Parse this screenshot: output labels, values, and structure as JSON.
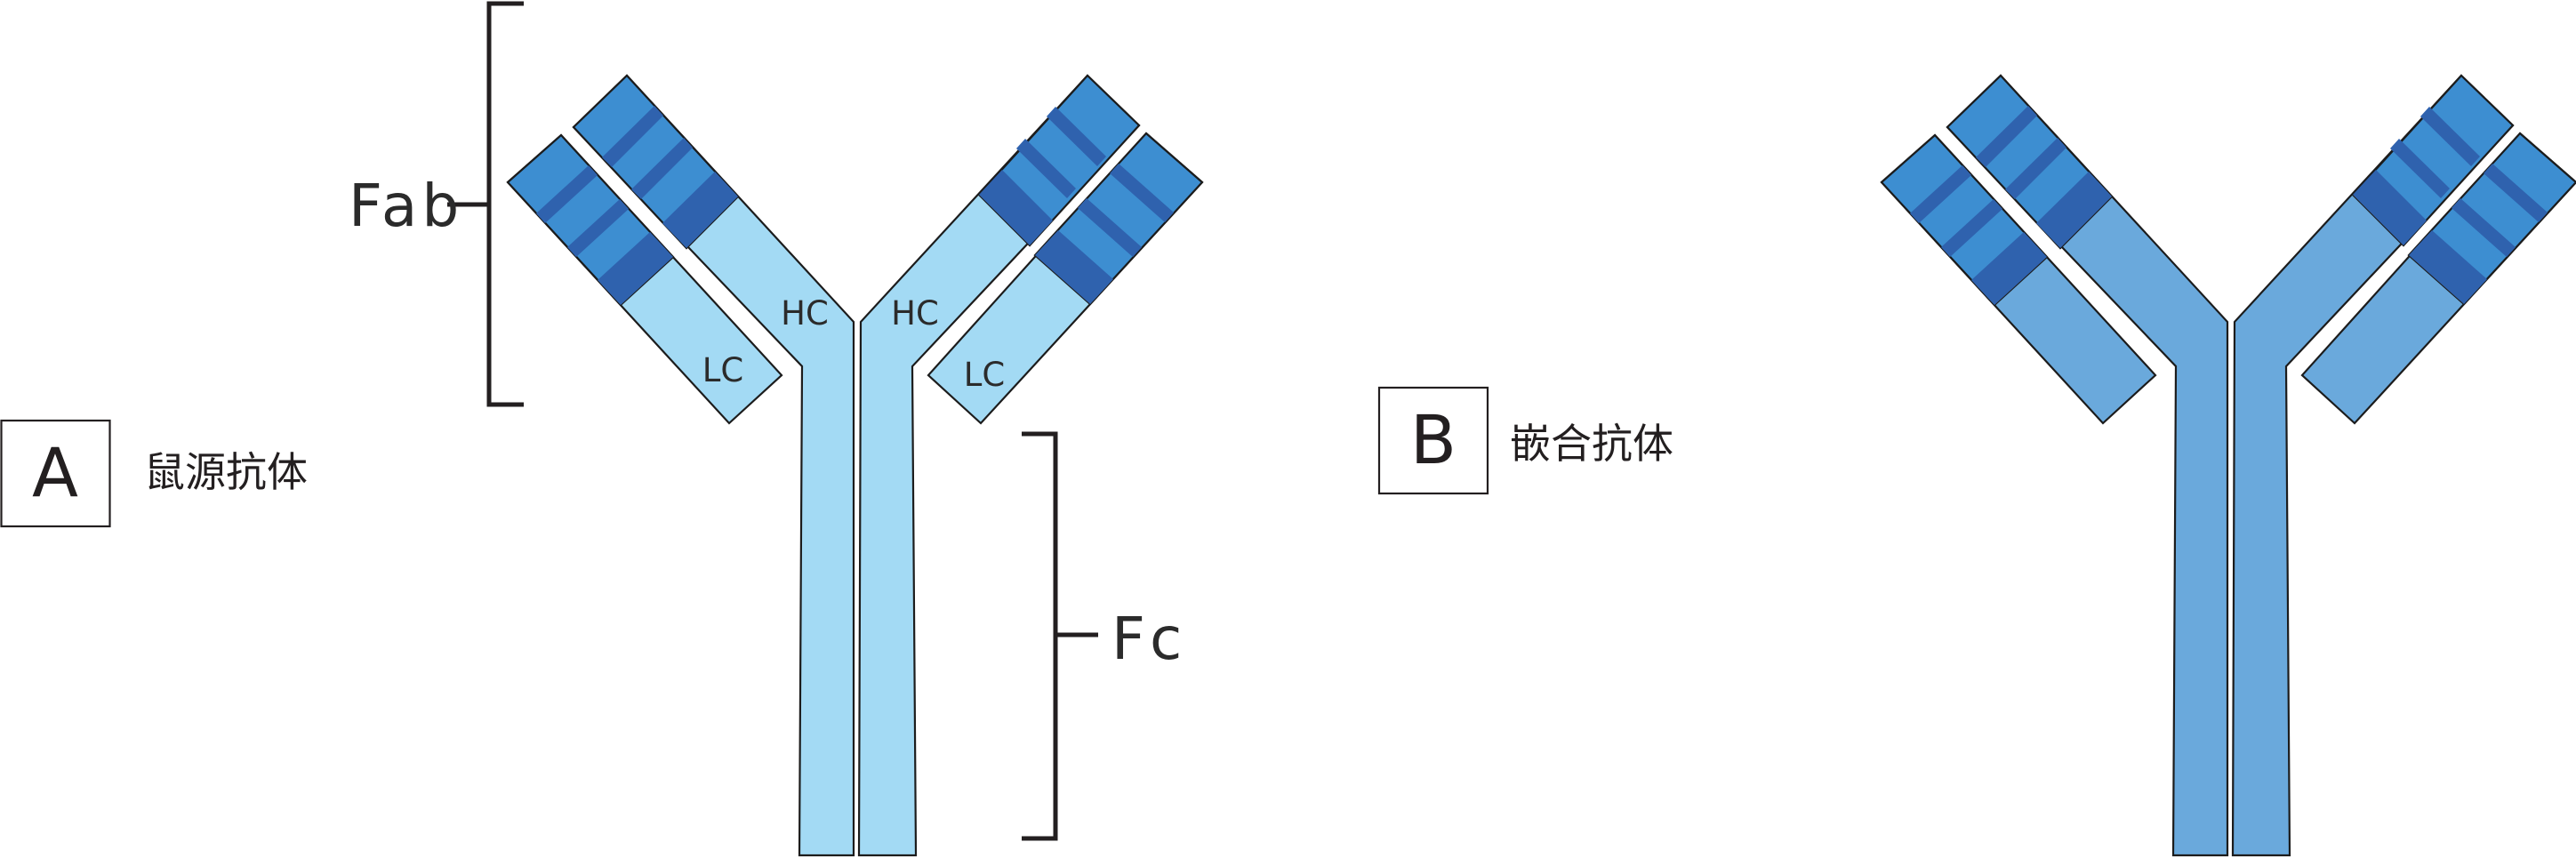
{
  "colors": {
    "panelA_light": "#a3daf4",
    "panelA_medium": "#3d8ed1",
    "panelA_dark": "#2f62ae",
    "panelB_body": "#6aa9dc",
    "panelB_medium": "#3d8ed1",
    "panelB_dark": "#2f62ae",
    "outline": "#1c1c1c",
    "text": "#231f20"
  },
  "panel_a": {
    "box_letter": "A",
    "caption": "鼠源抗体",
    "fab_label": "Fab",
    "fc_label": "Fc",
    "heavy_chain_left": "HC",
    "heavy_chain_right": "HC",
    "light_chain_left": "LC",
    "light_chain_right": "LC"
  },
  "panel_b": {
    "box_letter": "B",
    "caption": "嵌合抗体"
  }
}
